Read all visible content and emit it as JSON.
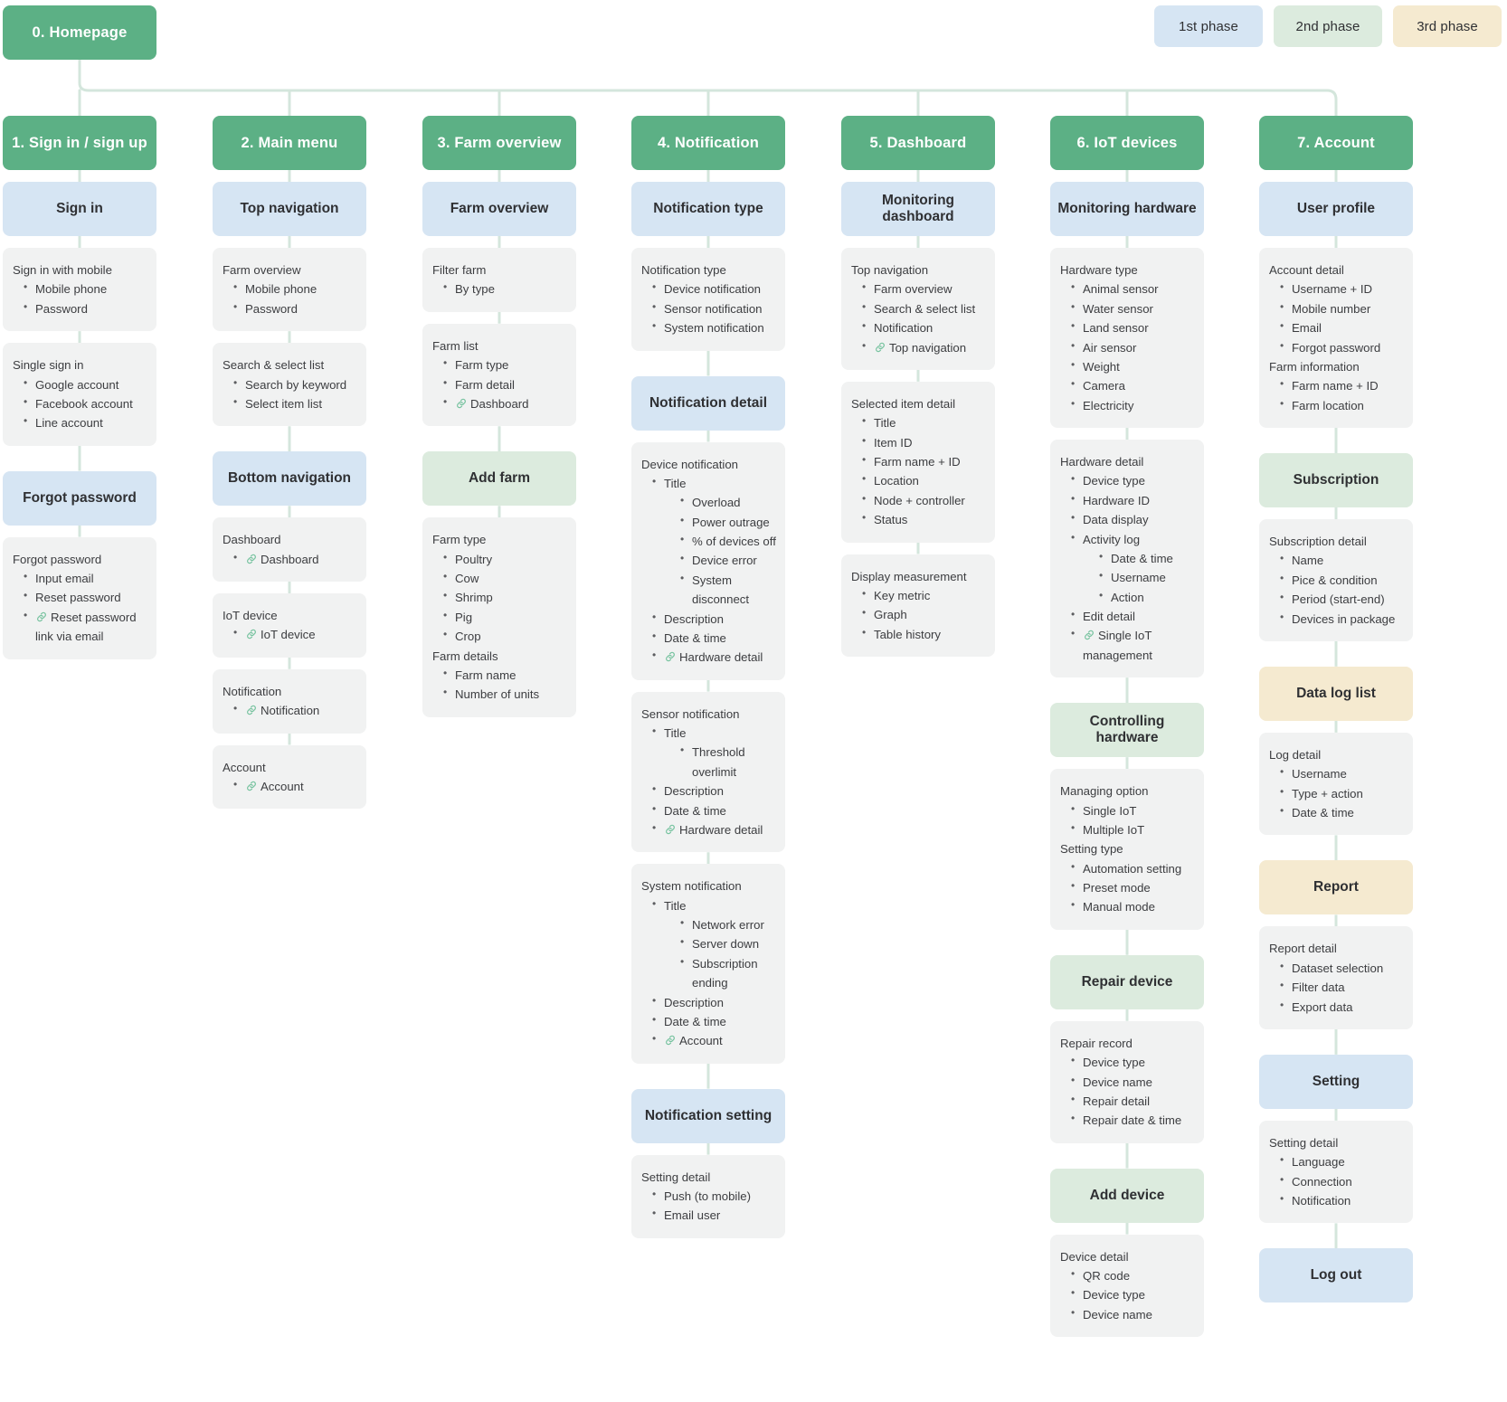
{
  "legend": {
    "items": [
      {
        "label": "1st phase",
        "color": "#d6e5f3"
      },
      {
        "label": "2nd phase",
        "color": "#dcebde"
      },
      {
        "label": "3rd phase",
        "color": "#f5ead0"
      }
    ]
  },
  "root": {
    "label": "0. Homepage",
    "color": "#5cb085"
  },
  "columns": [
    {
      "header": "1.  Sign in / sign up",
      "nodes": [
        {
          "kind": "phase1",
          "label": "Sign in"
        },
        {
          "kind": "detail",
          "groups": [
            {
              "title": "Sign in with mobile",
              "items": [
                {
                  "text": "Mobile phone"
                },
                {
                  "text": "Password"
                }
              ]
            }
          ]
        },
        {
          "kind": "detail",
          "gap": true,
          "groups": [
            {
              "title": "Single sign in",
              "items": [
                {
                  "text": "Google account"
                },
                {
                  "text": "Facebook account"
                },
                {
                  "text": "Line account"
                }
              ]
            }
          ]
        },
        {
          "kind": "phase1",
          "label": "Forgot password"
        },
        {
          "kind": "detail",
          "groups": [
            {
              "title": "Forgot password",
              "items": [
                {
                  "text": "Input email"
                },
                {
                  "text": "Reset password"
                },
                {
                  "text": "Reset password link via email",
                  "link": true
                }
              ]
            }
          ]
        }
      ]
    },
    {
      "header": "2.  Main menu",
      "nodes": [
        {
          "kind": "phase1",
          "label": "Top navigation"
        },
        {
          "kind": "detail",
          "groups": [
            {
              "title": "Farm overview",
              "items": [
                {
                  "text": "Mobile phone"
                },
                {
                  "text": "Password"
                }
              ]
            }
          ]
        },
        {
          "kind": "detail",
          "gap": true,
          "groups": [
            {
              "title": "Search & select list",
              "items": [
                {
                  "text": "Search by keyword"
                },
                {
                  "text": "Select item list"
                }
              ]
            }
          ]
        },
        {
          "kind": "phase1",
          "label": "Bottom navigation"
        },
        {
          "kind": "detail",
          "groups": [
            {
              "title": "Dashboard",
              "items": [
                {
                  "text": "Dashboard",
                  "link": true
                }
              ]
            }
          ]
        },
        {
          "kind": "detail",
          "groups": [
            {
              "title": "IoT device",
              "items": [
                {
                  "text": "IoT device",
                  "link": true
                }
              ]
            }
          ]
        },
        {
          "kind": "detail",
          "groups": [
            {
              "title": "Notification",
              "items": [
                {
                  "text": "Notification",
                  "link": true
                }
              ]
            }
          ]
        },
        {
          "kind": "detail",
          "groups": [
            {
              "title": "Account",
              "items": [
                {
                  "text": "Account",
                  "link": true
                }
              ]
            }
          ]
        }
      ]
    },
    {
      "header": "3.  Farm overview",
      "nodes": [
        {
          "kind": "phase1",
          "label": "Farm overview"
        },
        {
          "kind": "detail",
          "groups": [
            {
              "title": "Filter farm",
              "items": [
                {
                  "text": "By type"
                }
              ]
            }
          ]
        },
        {
          "kind": "detail",
          "gap": true,
          "groups": [
            {
              "title": "Farm list",
              "items": [
                {
                  "text": "Farm type"
                },
                {
                  "text": "Farm detail"
                },
                {
                  "text": "Dashboard",
                  "link": true
                }
              ]
            }
          ]
        },
        {
          "kind": "phase2",
          "label": "Add farm"
        },
        {
          "kind": "detail",
          "groups": [
            {
              "title": "Farm type",
              "items": [
                {
                  "text": "Poultry"
                },
                {
                  "text": "Cow"
                },
                {
                  "text": "Shrimp"
                },
                {
                  "text": "Pig"
                },
                {
                  "text": "Crop"
                }
              ]
            },
            {
              "title": "Farm details",
              "items": [
                {
                  "text": "Farm name"
                },
                {
                  "text": "Number of units"
                }
              ]
            }
          ]
        }
      ]
    },
    {
      "header": "4.  Notification",
      "nodes": [
        {
          "kind": "phase1",
          "label": "Notification type"
        },
        {
          "kind": "detail",
          "gap": true,
          "groups": [
            {
              "title": "Notification type",
              "items": [
                {
                  "text": "Device notification"
                },
                {
                  "text": "Sensor notification"
                },
                {
                  "text": "System notification"
                }
              ]
            }
          ]
        },
        {
          "kind": "phase1",
          "label": "Notification detail"
        },
        {
          "kind": "detail",
          "groups": [
            {
              "title": "Device notification",
              "items": [
                {
                  "text": "Title",
                  "children": [
                    {
                      "text": "Overload"
                    },
                    {
                      "text": "Power outrage"
                    },
                    {
                      "text": "% of devices off"
                    },
                    {
                      "text": "Device error"
                    },
                    {
                      "text": "System disconnect"
                    }
                  ]
                },
                {
                  "text": "Description"
                },
                {
                  "text": "Date & time"
                },
                {
                  "text": "Hardware detail",
                  "link": true
                }
              ]
            }
          ]
        },
        {
          "kind": "detail",
          "groups": [
            {
              "title": "Sensor notification",
              "items": [
                {
                  "text": "Title",
                  "children": [
                    {
                      "text": "Threshold overlimit"
                    }
                  ]
                },
                {
                  "text": "Description"
                },
                {
                  "text": "Date & time"
                },
                {
                  "text": "Hardware detail",
                  "link": true
                }
              ]
            }
          ]
        },
        {
          "kind": "detail",
          "gap": true,
          "groups": [
            {
              "title": "System notification",
              "items": [
                {
                  "text": "Title",
                  "children": [
                    {
                      "text": "Network error"
                    },
                    {
                      "text": "Server down"
                    },
                    {
                      "text": "Subscription ending"
                    }
                  ]
                },
                {
                  "text": "Description"
                },
                {
                  "text": "Date & time"
                },
                {
                  "text": "Account",
                  "link": true
                }
              ]
            }
          ]
        },
        {
          "kind": "phase1",
          "label": "Notification setting"
        },
        {
          "kind": "detail",
          "groups": [
            {
              "title": "Setting detail",
              "items": [
                {
                  "text": "Push (to mobile)"
                },
                {
                  "text": "Email user"
                }
              ]
            }
          ]
        }
      ]
    },
    {
      "header": "5.  Dashboard",
      "nodes": [
        {
          "kind": "phase1",
          "label": "Monitoring dashboard"
        },
        {
          "kind": "detail",
          "groups": [
            {
              "title": "Top navigation",
              "items": [
                {
                  "text": "Farm overview"
                },
                {
                  "text": "Search & select list"
                },
                {
                  "text": "Notification"
                },
                {
                  "text": "Top navigation",
                  "link": true
                }
              ]
            }
          ]
        },
        {
          "kind": "detail",
          "groups": [
            {
              "title": "Selected item detail",
              "items": [
                {
                  "text": "Title"
                },
                {
                  "text": "Item ID"
                },
                {
                  "text": "Farm name + ID"
                },
                {
                  "text": "Location"
                },
                {
                  "text": "Node + controller"
                },
                {
                  "text": "Status"
                }
              ]
            }
          ]
        },
        {
          "kind": "detail",
          "groups": [
            {
              "title": "Display measurement",
              "items": [
                {
                  "text": "Key metric"
                },
                {
                  "text": "Graph"
                },
                {
                  "text": "Table history"
                }
              ]
            }
          ]
        }
      ]
    },
    {
      "header": "6.  IoT devices",
      "nodes": [
        {
          "kind": "phase1",
          "label": "Monitoring hardware"
        },
        {
          "kind": "detail",
          "groups": [
            {
              "title": "Hardware type",
              "items": [
                {
                  "text": "Animal sensor"
                },
                {
                  "text": "Water sensor"
                },
                {
                  "text": "Land sensor"
                },
                {
                  "text": "Air sensor"
                },
                {
                  "text": "Weight"
                },
                {
                  "text": "Camera"
                },
                {
                  "text": "Electricity"
                }
              ]
            }
          ]
        },
        {
          "kind": "detail",
          "gap": true,
          "groups": [
            {
              "title": "Hardware detail",
              "items": [
                {
                  "text": "Device type"
                },
                {
                  "text": "Hardware ID"
                },
                {
                  "text": "Data display"
                },
                {
                  "text": "Activity log",
                  "children": [
                    {
                      "text": "Date & time"
                    },
                    {
                      "text": "Username"
                    },
                    {
                      "text": "Action"
                    }
                  ]
                },
                {
                  "text": "Edit detail"
                },
                {
                  "text": "Single IoT management",
                  "link": true
                }
              ]
            }
          ]
        },
        {
          "kind": "phase2",
          "label": "Controlling hardware"
        },
        {
          "kind": "detail",
          "gap": true,
          "groups": [
            {
              "title": "Managing option",
              "items": [
                {
                  "text": "Single IoT"
                },
                {
                  "text": "Multiple IoT"
                }
              ]
            },
            {
              "title": "Setting type",
              "items": [
                {
                  "text": "Automation setting"
                },
                {
                  "text": "Preset mode"
                },
                {
                  "text": "Manual mode"
                }
              ]
            }
          ]
        },
        {
          "kind": "phase2",
          "label": "Repair device"
        },
        {
          "kind": "detail",
          "gap": true,
          "groups": [
            {
              "title": "Repair record",
              "items": [
                {
                  "text": "Device type"
                },
                {
                  "text": "Device name"
                },
                {
                  "text": "Repair detail"
                },
                {
                  "text": "Repair date & time"
                }
              ]
            }
          ]
        },
        {
          "kind": "phase2",
          "label": "Add device"
        },
        {
          "kind": "detail",
          "groups": [
            {
              "title": "Device detail",
              "items": [
                {
                  "text": "QR code"
                },
                {
                  "text": "Device type"
                },
                {
                  "text": "Device name"
                }
              ]
            }
          ]
        }
      ]
    },
    {
      "header": "7.  Account",
      "nodes": [
        {
          "kind": "phase1",
          "label": "User profile"
        },
        {
          "kind": "detail",
          "gap": true,
          "groups": [
            {
              "title": "Account detail",
              "items": [
                {
                  "text": "Username + ID"
                },
                {
                  "text": "Mobile number"
                },
                {
                  "text": "Email"
                },
                {
                  "text": "Forgot password"
                }
              ]
            },
            {
              "title": "Farm information",
              "items": [
                {
                  "text": "Farm name + ID"
                },
                {
                  "text": "Farm location"
                }
              ]
            }
          ]
        },
        {
          "kind": "phase2",
          "label": "Subscription"
        },
        {
          "kind": "detail",
          "gap": true,
          "groups": [
            {
              "title": "Subscription detail",
              "items": [
                {
                  "text": "Name"
                },
                {
                  "text": "Pice & condition"
                },
                {
                  "text": "Period (start-end)"
                },
                {
                  "text": "Devices in package"
                }
              ]
            }
          ]
        },
        {
          "kind": "phase3",
          "label": "Data log list"
        },
        {
          "kind": "detail",
          "gap": true,
          "groups": [
            {
              "title": "Log detail",
              "items": [
                {
                  "text": "Username"
                },
                {
                  "text": "Type + action"
                },
                {
                  "text": "Date & time"
                }
              ]
            }
          ]
        },
        {
          "kind": "phase3",
          "label": "Report"
        },
        {
          "kind": "detail",
          "gap": true,
          "groups": [
            {
              "title": "Report detail",
              "items": [
                {
                  "text": "Dataset selection"
                },
                {
                  "text": "Filter data"
                },
                {
                  "text": "Export data"
                }
              ]
            }
          ]
        },
        {
          "kind": "phase1",
          "label": "Setting"
        },
        {
          "kind": "detail",
          "gap": true,
          "groups": [
            {
              "title": "Setting detail",
              "items": [
                {
                  "text": "Language"
                },
                {
                  "text": "Connection"
                },
                {
                  "text": "Notification"
                }
              ]
            }
          ]
        },
        {
          "kind": "phase1",
          "label": "Log out"
        }
      ]
    }
  ]
}
